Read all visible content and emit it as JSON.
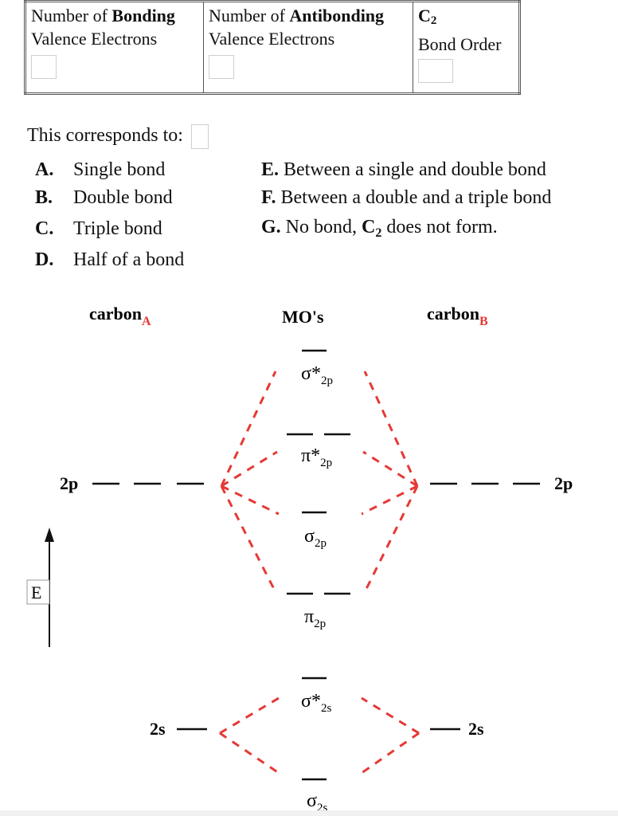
{
  "table": {
    "bonding": {
      "prefix": "Number of ",
      "bold": "Bonding",
      "line2": "Valence Electrons"
    },
    "antibonding": {
      "prefix": "Number of ",
      "bold": "Antibonding",
      "line2": "Valence Electrons"
    },
    "bond_order": {
      "mol": "C",
      "sub": "2",
      "line2": "Bond Order"
    }
  },
  "question": {
    "text": "This corresponds to:"
  },
  "options": [
    {
      "letter": "A.",
      "text": "Single bond"
    },
    {
      "letter": "B.",
      "text": "Double bond"
    },
    {
      "letter": "C.",
      "text": "Triple bond"
    },
    {
      "letter": "D.",
      "text": "Half of a bond"
    },
    {
      "letter": "E.",
      "text": "Between a single and double bond"
    },
    {
      "letter": "F.",
      "text": "Between a double and a triple bond"
    },
    {
      "letter": "G.",
      "text_before": "No bond, ",
      "mol": "C",
      "sub": "2",
      "text_after": " does not form."
    }
  ],
  "diagram": {
    "carbon_a": {
      "name": "carbon",
      "sub": "A"
    },
    "mos": "MO's",
    "carbon_b": {
      "name": "carbon",
      "sub": "B"
    },
    "energy_axis": "E",
    "atomic_left": {
      "p": "2p",
      "s": "2s"
    },
    "atomic_right": {
      "p": "2p",
      "s": "2s"
    },
    "orbitals": {
      "sigma_star_2p": {
        "sym": "σ*",
        "sub": "2p"
      },
      "pi_star_2p": {
        "sym": "π*",
        "sub": "2p"
      },
      "sigma_2p": {
        "sym": "σ",
        "sub": "2p"
      },
      "pi_2p": {
        "sym": "π",
        "sub": "2p"
      },
      "sigma_star_2s": {
        "sym": "σ*",
        "sub": "2s"
      },
      "sigma_2s": {
        "sym": "σ",
        "sub": "2s"
      }
    },
    "colors": {
      "connector": "#e53935",
      "subscript": "#e53935",
      "level": "#111111"
    }
  }
}
